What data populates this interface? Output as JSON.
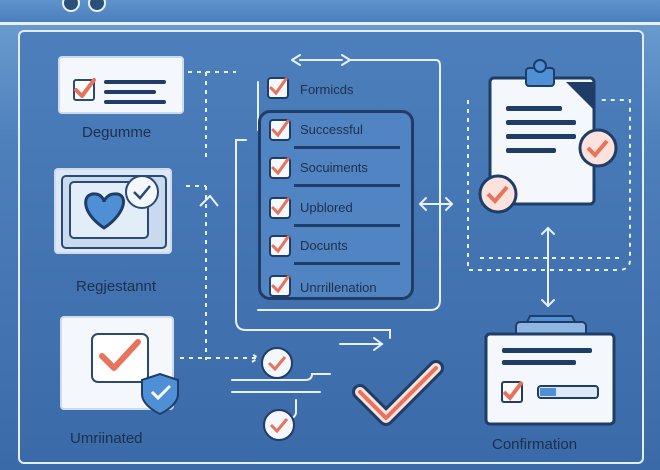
{
  "diagram": {
    "left_labels": [
      "Degumme",
      "Regjestannt",
      "Umriinated"
    ],
    "steps": [
      "Formicds",
      "Successful",
      "Socuiments",
      "Upblored",
      "Docunts",
      "Unrrillenation"
    ],
    "confirmation_label": "Confirmation"
  },
  "colors": {
    "background": "#3f6fae",
    "frame_border": "#e3edf7",
    "card": "#f4f7fb",
    "check_accent": "#e8735c",
    "heart": "#4f8fd6",
    "text": "#1c2f4d"
  }
}
